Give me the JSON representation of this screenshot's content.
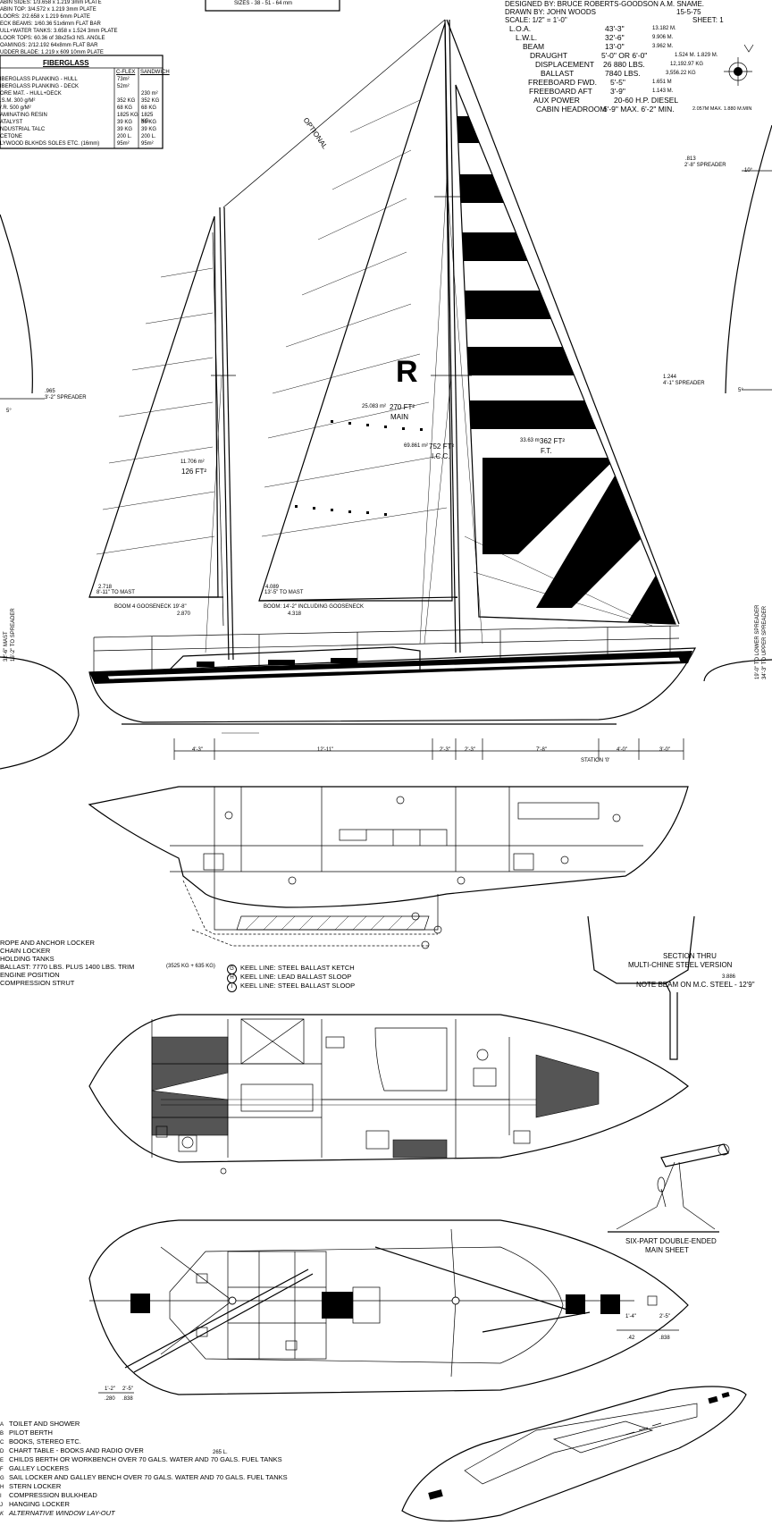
{
  "title_block": {
    "subtitle_fragment": "SIZES - 38 - 51 - 64 mm"
  },
  "specs": {
    "designed_by": "DESIGNED BY: BRUCE ROBERTS-GOODSON  A.M. SNAME.",
    "drawn_by": "DRAWN BY: JOHN WOODS",
    "drawn_date": "15-5-75",
    "scale": "SCALE: 1/2\" = 1'-0\"",
    "sheet": "SHEET: 1",
    "rows": [
      {
        "label": "L.O.A.",
        "value": "43'-3\"",
        "metric": "13.182 M."
      },
      {
        "label": "L.W.L.",
        "value": "32'-6\"",
        "metric": "9.906 M."
      },
      {
        "label": "BEAM",
        "value": "13'-0\"",
        "metric": "3.962 M."
      },
      {
        "label": "DRAUGHT",
        "value": "5'-0\" OR 6'-0\"",
        "metric": "1.524 M. 1.829 M."
      },
      {
        "label": "DISPLACEMENT",
        "value": "26 880 LBS.",
        "metric": "12,192.97 KG"
      },
      {
        "label": "BALLAST",
        "value": "7840 LBS.",
        "metric": "3,556.22 KG"
      },
      {
        "label": "FREEBOARD FWD.",
        "value": "5'-5\"",
        "metric": "1.651 M"
      },
      {
        "label": "FREEBOARD AFT",
        "value": "3'-9\"",
        "metric": "1.143 M."
      },
      {
        "label": "AUX POWER",
        "value": "20-60 H.P. DIESEL",
        "metric": ""
      },
      {
        "label": "CABIN HEADROOM",
        "value": "6'-9\" MAX. 6'-2\" MIN.",
        "metric": "2.057M MAX. 1.880 M.MIN"
      }
    ]
  },
  "materials": {
    "lines": [
      "ABIN SIDES: 1/3.658 x 1.219  3mm PLATE",
      "ABIN TOP: 3/4.572 x 1.219  3mm PLATE",
      "LOORS: 2/2.658 x 1.219  6mm PLATE",
      "ECK BEAMS: 1/60.36  51x6mm FLAT BAR",
      "ULL+WATER TANKS: 3.658 x 1.524  3mm PLATE",
      "LOOR TOPS: 60.36 of 38x25x3 NS. ANGLE",
      "OAMINGS: 2/12.192  64x8mm FLAT BAR",
      "UDDER BLADE: 1.219 x 609  10mm PLATE"
    ],
    "fiberglass_heading": "FIBERGLASS",
    "col1": "C-FLEX",
    "col2": "SANDWICH",
    "rows": [
      {
        "item": "IBERGLASS PLANKING - HULL",
        "a": "73m²",
        "b": ""
      },
      {
        "item": "IBERGLASS PLANKING - DECK",
        "a": "52m²",
        "b": ""
      },
      {
        "item": "ORE MAT. - HULL+DECK",
        "a": "",
        "b": "230 m²"
      },
      {
        "item": ".S.M. 300 g/M²",
        "a": "352 KG",
        "b": "352 KG"
      },
      {
        "item": "/.R. 500 g/M²",
        "a": "68 KG",
        "b": "68 KG"
      },
      {
        "item": "AMINATING RESIN",
        "a": "1825 KG",
        "b": "1825 KG"
      },
      {
        "item": "ATALYST",
        "a": "39 KG",
        "b": "39 KG"
      },
      {
        "item": "NDUSTRIAL TALC",
        "a": "39 KG",
        "b": "39 KG"
      },
      {
        "item": "CETONE",
        "a": "200 L.",
        "b": "200 L."
      },
      {
        "item": "LYWOOD BLKHDS SOLES ETC. (16mm)",
        "a": "95m²",
        "b": "95m²"
      }
    ]
  },
  "sail_plan": {
    "optional": "OPTIONAL",
    "sail_letter": "R",
    "main_area": "270 FT²",
    "main_area_m": "25.083 m²",
    "main_label": "MAIN",
    "fore_area": "752 FT²",
    "fore_area_m": "69.861 m²",
    "fore_label": "I.C.C.",
    "spin_area": "362 FT²",
    "spin_area_m": "33.63 m²",
    "spin_label": "F.T.",
    "mizzen_area": "126 FT²",
    "mizzen_area_m": "11.706 m²",
    "boom_ketch": "BOOM 4 GOOSENECK 19'-8\"",
    "boom_ketch_m": "2.870",
    "boom_sloop": "BOOM: 14'-2\" INCLUDING GOOSENECK",
    "boom_sloop_m": "4.318",
    "mast_mizzen": "8'-11\" TO MAST",
    "mast_mizzen_m": "2.718",
    "mast_main": "13'-5\" TO MAST",
    "mast_main_m": "4.089",
    "spreader_top": "2'-8\" SPREADER",
    "spreader_top_m": ".813",
    "spreader_mid": "4'-1\" SPREADER",
    "spreader_mid_m": "1.244",
    "spreader_left": "3'-2\" SPREADER",
    "spreader_left_m": ".965",
    "angle_10": "10°",
    "angle_5a": "5°",
    "angle_5b": "5°",
    "left_mast": "32'-6\" MAST",
    "left_spreader": "16'-2\" TO SPREADER",
    "right_lower": "19'-0\" TO LOWER SPREADER",
    "right_upper": "34'-3\" TO UPPER SPREADER",
    "stations": [
      "4'-3\"",
      "12'-11\"",
      "2'-3\"",
      "2'-3\"",
      "7'-8\"",
      "4'-0\"",
      "3'-0\""
    ],
    "station_label": "STATION '0'"
  },
  "legend_left": [
    "ROPE AND ANCHOR LOCKER",
    "CHAIN LOCKER",
    "HOLDING TANKS",
    "BALLAST: 7770 LBS. PLUS 1400 LBS. TRIM",
    "ENGINE POSITION",
    "COMPRESSION STRUT"
  ],
  "legend_left_note": "(3525 KG + 635 KG)",
  "legend_keel": [
    "KEEL LINE: STEEL BALLAST KETCH",
    "KEEL LINE: LEAD BALLAST SLOOP",
    "KEEL LINE: STEEL BALLAST SLOOP"
  ],
  "legend_keel_markers": [
    "G",
    "H",
    "I"
  ],
  "section": {
    "line1": "SECTION THRU",
    "line2": "MULTI-CHINE STEEL VERSION",
    "note": "NOTE BEAM ON M.C. STEEL - 12'9\"",
    "note_m": "3.886"
  },
  "mainsheet": {
    "line1": "SIX-PART DOUBLE-ENDED",
    "line2": "MAIN SHEET"
  },
  "deck_dims": {
    "a": "1'-4\"",
    "a_m": ".42",
    "b": "2'-5\"",
    "b_m": ".838",
    "c": "1'-2\"",
    "c_m": ".280",
    "d": "2'-5\"",
    "d_m": ".838"
  },
  "legend_bottom": [
    {
      "key": "A",
      "text": "TOILET AND SHOWER"
    },
    {
      "key": "B",
      "text": "PILOT BERTH"
    },
    {
      "key": "C",
      "text": "BOOKS, STEREO ETC."
    },
    {
      "key": "D",
      "text": "CHART TABLE - BOOKS AND RADIO OVER"
    },
    {
      "key": "E",
      "text": "CHILDS BERTH OR WORKBENCH OVER 70 GALS. WATER AND 70 GALS. FUEL TANKS"
    },
    {
      "key": "F",
      "text": "GALLEY LOCKERS"
    },
    {
      "key": "G",
      "text": "SAIL LOCKER AND GALLEY BENCH OVER 70 GALS. WATER AND 70 GALS. FUEL TANKS"
    },
    {
      "key": "H",
      "text": "STERN LOCKER"
    },
    {
      "key": "I",
      "text": "COMPRESSION BULKHEAD"
    },
    {
      "key": "J",
      "text": "HANGING LOCKER"
    },
    {
      "key": "K",
      "text": "ALTERNATIVE WINDOW LAY-OUT"
    }
  ],
  "legend_bottom_note": "265 L."
}
